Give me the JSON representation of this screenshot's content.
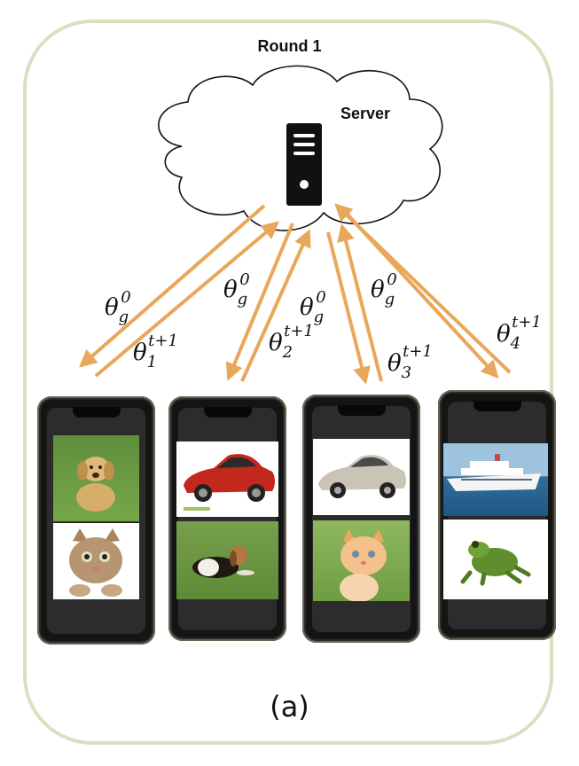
{
  "title": "Round 1",
  "server_label": "Server",
  "caption": "(a)",
  "global_param": {
    "base": "θ",
    "sub": "g",
    "sup": "0"
  },
  "client_params": [
    {
      "base": "θ",
      "sub": "1",
      "sup": "t+1"
    },
    {
      "base": "θ",
      "sub": "2",
      "sup": "t+1"
    },
    {
      "base": "θ",
      "sub": "3",
      "sup": "t+1"
    },
    {
      "base": "θ",
      "sub": "4",
      "sup": "t+1"
    }
  ],
  "clients": [
    {
      "images": [
        "dog-photo",
        "cat-photo"
      ]
    },
    {
      "images": [
        "car-photo",
        "dog-photo"
      ]
    },
    {
      "images": [
        "car-photo",
        "cat-photo"
      ]
    },
    {
      "images": [
        "ship-photo",
        "frog-photo"
      ]
    }
  ],
  "colors": {
    "arrow": "#e8a75a",
    "frame_border": "#d6e2bf",
    "phone_body": "#141414",
    "server_icon": "#111111"
  },
  "icons": [
    "cloud-icon",
    "server-icon"
  ]
}
